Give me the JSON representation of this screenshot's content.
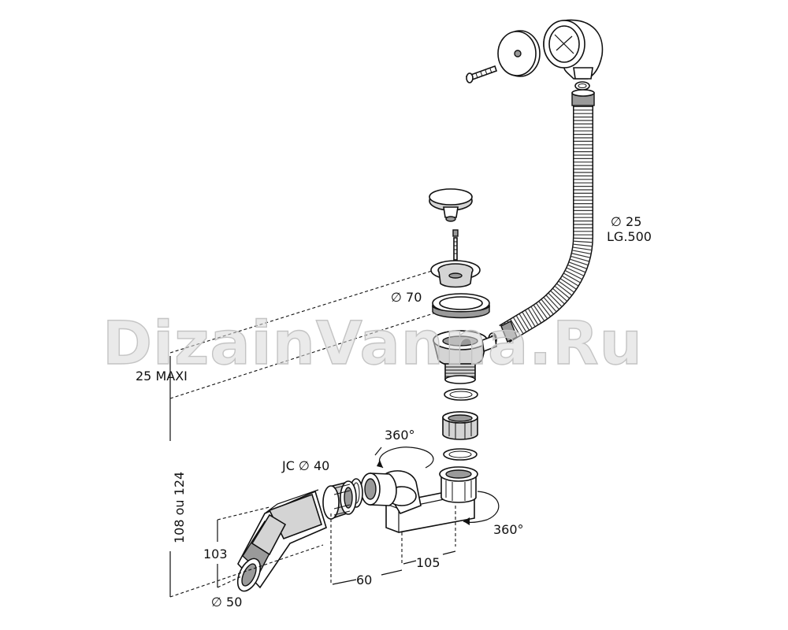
{
  "watermark": "DizainVanna.Ru",
  "labels": {
    "overflow_hose_diameter": "∅ 25",
    "overflow_hose_length": "LG.500",
    "waste_flange_diameter": "∅ 70",
    "max_tub_thickness": "25 MAXI",
    "waste_height": "108 ou 124",
    "connection_diameter": "JC ∅ 40",
    "elbow_rotation": "360°",
    "trap_rotation": "360°",
    "outlet_height": "103",
    "outlet_diameter": "∅ 50",
    "outlet_offset": "60",
    "trap_spacing": "105"
  }
}
